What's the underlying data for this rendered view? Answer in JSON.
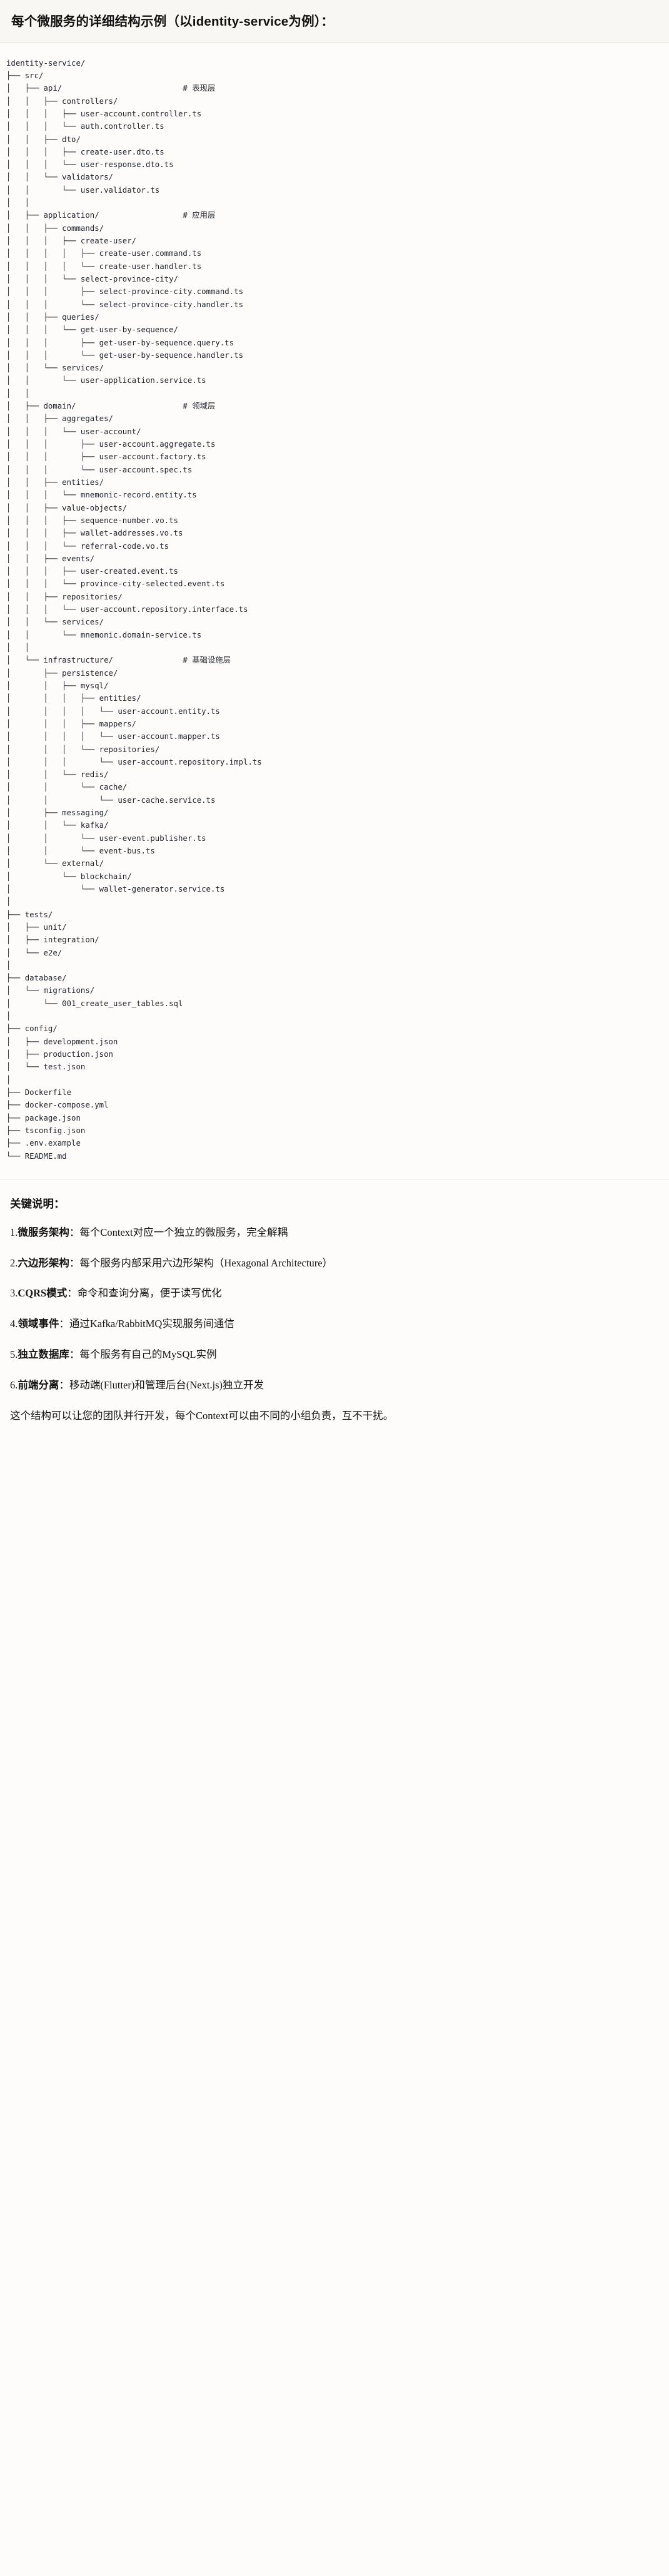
{
  "header": {
    "title": "每个微服务的详细结构示例（以identity-service为例）："
  },
  "tree": {
    "root_label": "identity-service/",
    "comments": {
      "api": "# 表现层",
      "application": "# 应用层",
      "domain": "# 领域层",
      "infrastructure": "# 基础设施层"
    },
    "text": "identity-service/\n├── src/\n│   ├── api/                          # 表现层\n│   │   ├── controllers/\n│   │   │   ├── user-account.controller.ts\n│   │   │   └── auth.controller.ts\n│   │   ├── dto/\n│   │   │   ├── create-user.dto.ts\n│   │   │   └── user-response.dto.ts\n│   │   └── validators/\n│   │       └── user.validator.ts\n│   │\n│   ├── application/                  # 应用层\n│   │   ├── commands/\n│   │   │   ├── create-user/\n│   │   │   │   ├── create-user.command.ts\n│   │   │   │   └── create-user.handler.ts\n│   │   │   └── select-province-city/\n│   │   │       ├── select-province-city.command.ts\n│   │   │       └── select-province-city.handler.ts\n│   │   ├── queries/\n│   │   │   └── get-user-by-sequence/\n│   │   │       ├── get-user-by-sequence.query.ts\n│   │   │       └── get-user-by-sequence.handler.ts\n│   │   └── services/\n│   │       └── user-application.service.ts\n│   │\n│   ├── domain/                       # 领域层\n│   │   ├── aggregates/\n│   │   │   └── user-account/\n│   │   │       ├── user-account.aggregate.ts\n│   │   │       ├── user-account.factory.ts\n│   │   │       └── user-account.spec.ts\n│   │   ├── entities/\n│   │   │   └── mnemonic-record.entity.ts\n│   │   ├── value-objects/\n│   │   │   ├── sequence-number.vo.ts\n│   │   │   ├── wallet-addresses.vo.ts\n│   │   │   └── referral-code.vo.ts\n│   │   ├── events/\n│   │   │   ├── user-created.event.ts\n│   │   │   └── province-city-selected.event.ts\n│   │   ├── repositories/\n│   │   │   └── user-account.repository.interface.ts\n│   │   └── services/\n│   │       └── mnemonic.domain-service.ts\n│   │\n│   └── infrastructure/               # 基础设施层\n│       ├── persistence/\n│       │   ├── mysql/\n│       │   │   ├── entities/\n│       │   │   │   └── user-account.entity.ts\n│       │   │   ├── mappers/\n│       │   │   │   └── user-account.mapper.ts\n│       │   │   └── repositories/\n│       │   │       └── user-account.repository.impl.ts\n│       │   └── redis/\n│       │       └── cache/\n│       │           └── user-cache.service.ts\n│       ├── messaging/\n│       │   └── kafka/\n│       │       └── user-event.publisher.ts\n│       │       └── event-bus.ts\n│       └── external/\n│           └── blockchain/\n│               └── wallet-generator.service.ts\n│\n├── tests/\n│   ├── unit/\n│   ├── integration/\n│   └── e2e/\n│\n├── database/\n│   └── migrations/\n│       └── 001_create_user_tables.sql\n│\n├── config/\n│   ├── development.json\n│   ├── production.json\n│   └── test.json\n│\n├── Dockerfile\n├── docker-compose.yml\n├── package.json\n├── tsconfig.json\n├── .env.example\n└── README.md"
  },
  "keys": {
    "heading": "关键说明：",
    "items": [
      {
        "num": "1.",
        "term": "微服务架构",
        "desc": "：每个Context对应一个独立的微服务，完全解耦"
      },
      {
        "num": "2.",
        "term": "六边形架构",
        "desc": "：每个服务内部采用六边形架构（Hexagonal Architecture）"
      },
      {
        "num": "3.",
        "term": "CQRS模式",
        "desc": "：命令和查询分离，便于读写优化"
      },
      {
        "num": "4.",
        "term": "领域事件",
        "desc": "：通过Kafka/RabbitMQ实现服务间通信"
      },
      {
        "num": "5.",
        "term": "独立数据库",
        "desc": "：每个服务有自己的MySQL实例"
      },
      {
        "num": "6.",
        "term": "前端分离",
        "desc": "：移动端(Flutter)和管理后台(Next.js)独立开发"
      }
    ],
    "closing": "这个结构可以让您的团队并行开发，每个Context可以由不同的小组负责，互不干扰。"
  }
}
